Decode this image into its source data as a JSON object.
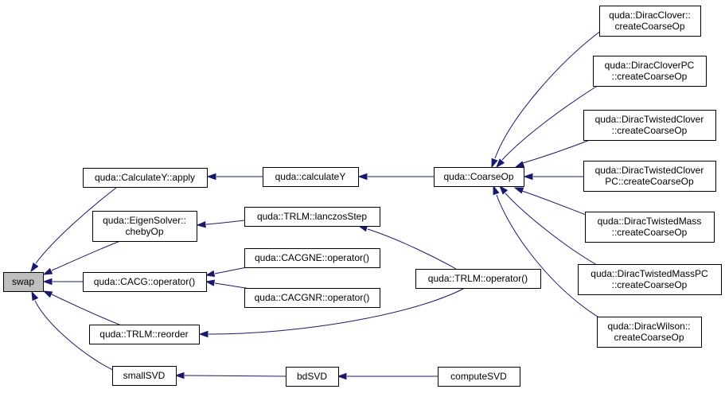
{
  "nodes": [
    {
      "id": "swap",
      "lines": [
        "swap"
      ]
    },
    {
      "id": "calcY_apply",
      "lines": [
        "quda::CalculateY::apply"
      ]
    },
    {
      "id": "eigen_cheby",
      "lines": [
        "quda::EigenSolver::",
        "chebyOp"
      ]
    },
    {
      "id": "cacg_op",
      "lines": [
        "quda::CACG::operator()"
      ]
    },
    {
      "id": "trlm_reorder",
      "lines": [
        "quda::TRLM::reorder"
      ]
    },
    {
      "id": "smallsvd",
      "lines": [
        "smallSVD"
      ]
    },
    {
      "id": "calculateY",
      "lines": [
        "quda::calculateY"
      ]
    },
    {
      "id": "lanczos",
      "lines": [
        "quda::TRLM::lanczosStep"
      ]
    },
    {
      "id": "cacgne",
      "lines": [
        "quda::CACGNE::operator()"
      ]
    },
    {
      "id": "cacgnr",
      "lines": [
        "quda::CACGNR::operator()"
      ]
    },
    {
      "id": "bdsvd",
      "lines": [
        "bdSVD"
      ]
    },
    {
      "id": "coarseop",
      "lines": [
        "quda::CoarseOp"
      ]
    },
    {
      "id": "trlm_op",
      "lines": [
        "quda::TRLM::operator()"
      ]
    },
    {
      "id": "computesvd",
      "lines": [
        "computeSVD"
      ]
    },
    {
      "id": "dclover",
      "lines": [
        "quda::DiracClover::",
        "createCoarseOp"
      ]
    },
    {
      "id": "dcloverpc",
      "lines": [
        "quda::DiracCloverPC",
        "::createCoarseOp"
      ]
    },
    {
      "id": "dtclover",
      "lines": [
        "quda::DiracTwistedClover",
        "::createCoarseOp"
      ]
    },
    {
      "id": "dtcloverpc",
      "lines": [
        "quda::DiracTwistedClover",
        "PC::createCoarseOp"
      ]
    },
    {
      "id": "dtmass",
      "lines": [
        "quda::DiracTwistedMass",
        "::createCoarseOp"
      ]
    },
    {
      "id": "dtmasspc",
      "lines": [
        "quda::DiracTwistedMassPC",
        "::createCoarseOp"
      ]
    },
    {
      "id": "dwilson",
      "lines": [
        "quda::DiracWilson::",
        "createCoarseOp"
      ]
    }
  ],
  "edges": [
    {
      "from": "calcY_apply",
      "to": "swap"
    },
    {
      "from": "eigen_cheby",
      "to": "swap"
    },
    {
      "from": "cacg_op",
      "to": "swap"
    },
    {
      "from": "trlm_reorder",
      "to": "swap"
    },
    {
      "from": "smallsvd",
      "to": "swap"
    },
    {
      "from": "calculateY",
      "to": "calcY_apply"
    },
    {
      "from": "lanczos",
      "to": "eigen_cheby"
    },
    {
      "from": "cacgne",
      "to": "cacg_op"
    },
    {
      "from": "cacgnr",
      "to": "cacg_op"
    },
    {
      "from": "trlm_op",
      "to": "trlm_reorder"
    },
    {
      "from": "bdsvd",
      "to": "smallsvd"
    },
    {
      "from": "coarseop",
      "to": "calculateY"
    },
    {
      "from": "trlm_op",
      "to": "lanczos"
    },
    {
      "from": "computesvd",
      "to": "bdsvd"
    },
    {
      "from": "dclover",
      "to": "coarseop"
    },
    {
      "from": "dcloverpc",
      "to": "coarseop"
    },
    {
      "from": "dtclover",
      "to": "coarseop"
    },
    {
      "from": "dtcloverpc",
      "to": "coarseop"
    },
    {
      "from": "dtmass",
      "to": "coarseop"
    },
    {
      "from": "dtmasspc",
      "to": "coarseop"
    },
    {
      "from": "dwilson",
      "to": "coarseop"
    }
  ]
}
